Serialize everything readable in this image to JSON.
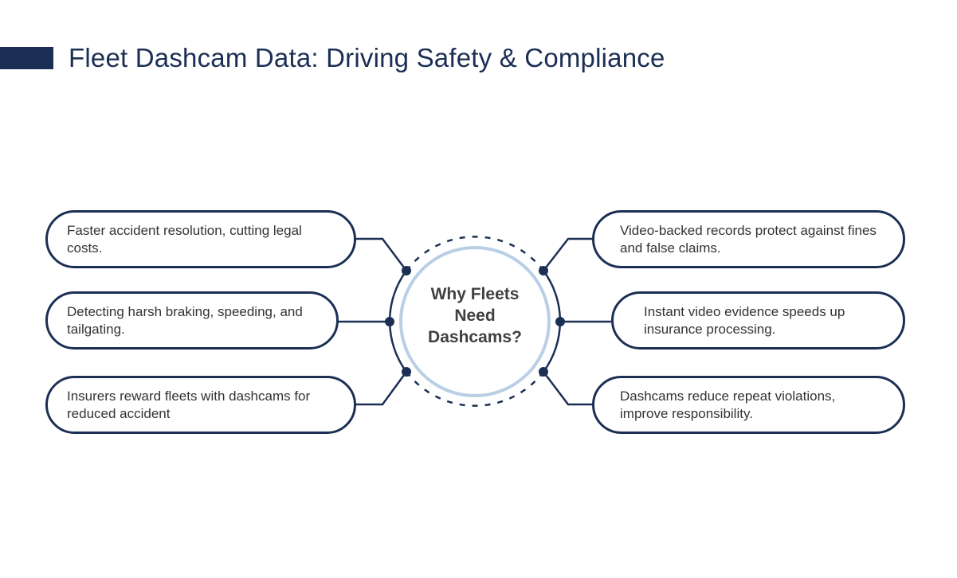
{
  "title": "Fleet Dashcam Data: Driving Safety & Compliance",
  "center_label": "Why Fleets Need Dashcams?",
  "left_items": [
    "Faster accident resolution, cutting legal costs.",
    "Detecting harsh braking, speeding, and tailgating.",
    "Insurers reward fleets with dashcams for reduced accident"
  ],
  "right_items": [
    "Video-backed records protect against fines and false claims.",
    "Instant video evidence speeds up insurance processing.",
    "Dashcams reduce repeat violations, improve responsibility."
  ],
  "colors": {
    "navy": "#1b2f54",
    "ring": "#b9cfe6",
    "text": "#333333"
  }
}
